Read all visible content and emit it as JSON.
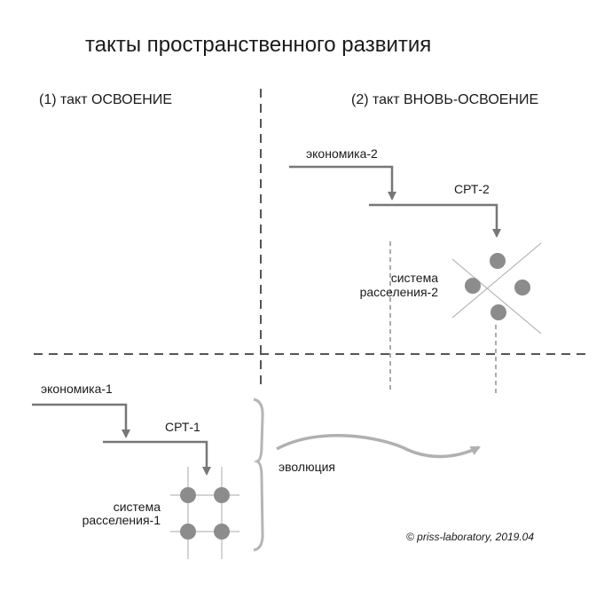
{
  "title": "такты пространственного развития",
  "phase_1": "(1) такт ОСВОЕНИЕ",
  "phase_2": "(2) такт ВНОВЬ-ОСВОЕНИЕ",
  "economy_2": "экономика-2",
  "cpt_2": "СРТ-2",
  "settlement_2_line1": "система",
  "settlement_2_line2": "расселения-2",
  "economy_1": "экономика-1",
  "cpt_1": "СРТ-1",
  "settlement_1_line1": "система",
  "settlement_1_line2": "расселения-1",
  "evolution": "эволюция",
  "copyright": "© priss-laboratory, 2019.04",
  "colors": {
    "line": "#777777",
    "node": "#8c8c8c",
    "light": "#aaaaaa",
    "arrow_light": "#b0b0b0",
    "text": "#1a1a1a"
  }
}
